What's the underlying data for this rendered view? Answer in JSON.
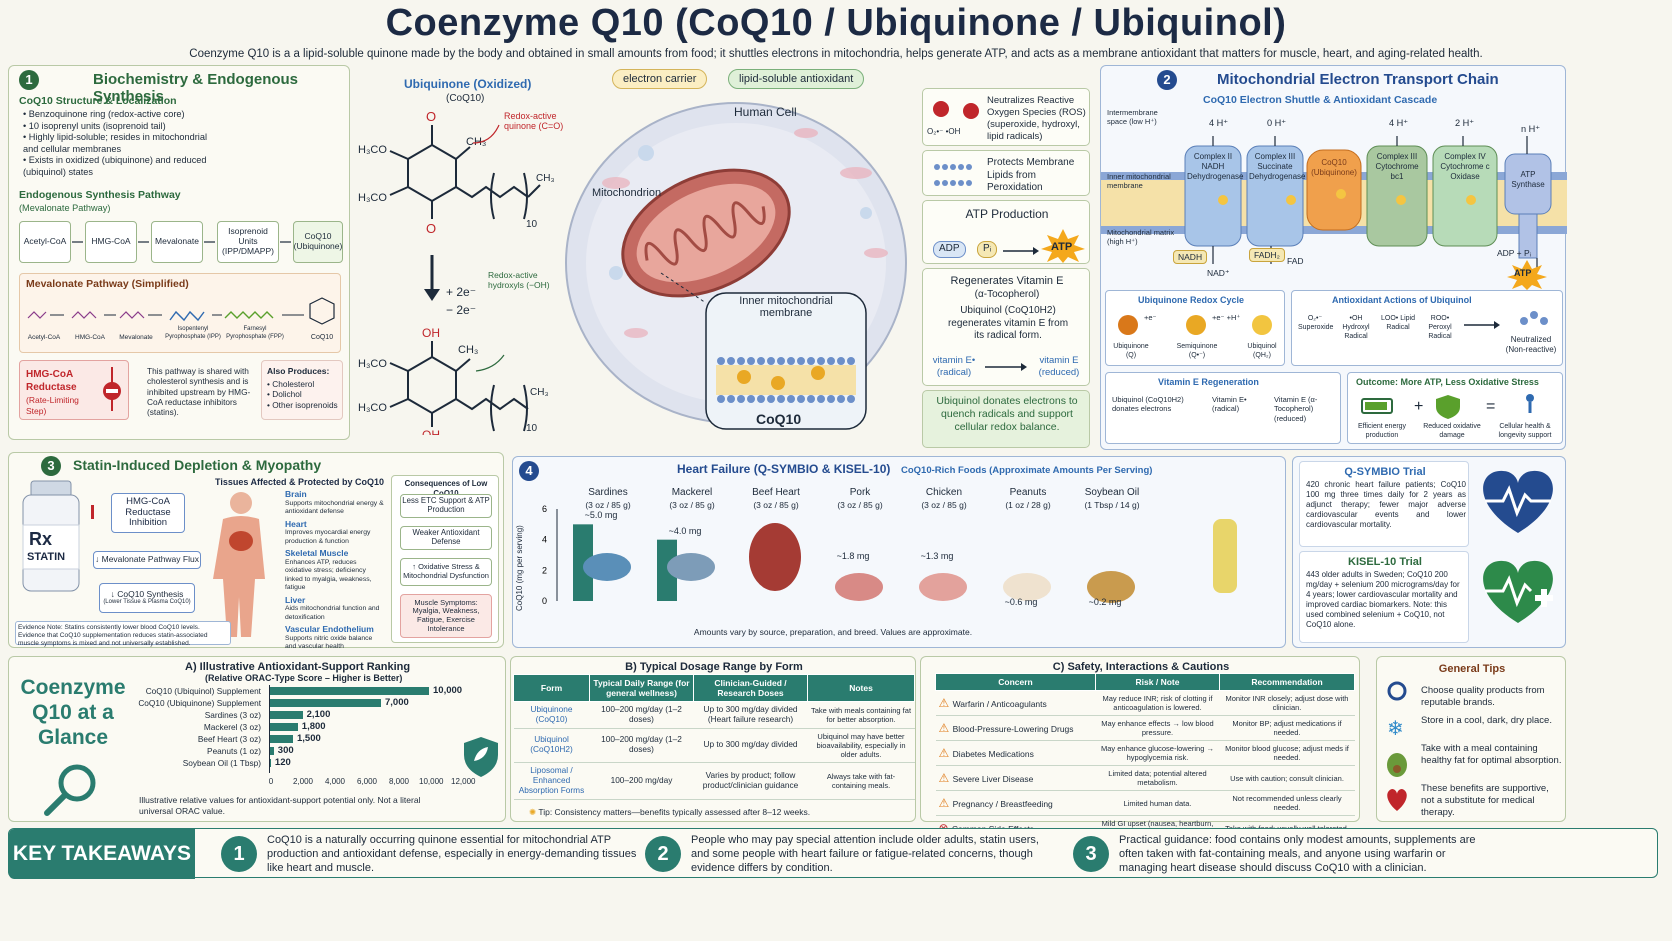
{
  "title": "Coenzyme Q10 (CoQ10 / Ubiquinone / Ubiquinol)",
  "subtitle": "Coenzyme Q10 is a a lipid-soluble quinone made by the body and obtained in small amounts from food; it shuttles electrons in mitochondria, helps generate ATP, and acts as a membrane antioxidant that matters for muscle, heart, and aging-related health.",
  "p1": {
    "num": "1",
    "title": "Biochemistry & Endogenous Synthesis",
    "struct_title": "CoQ10 Structure & Localization",
    "struct_items": [
      "Benzoquinone ring (redox-active core)",
      "10 isoprenyl units (isoprenoid tail)",
      "Highly lipid-soluble; resides in mitochondrial and cellular membranes",
      "Exists in oxidized (ubiquinone) and reduced (ubiquinol) states"
    ],
    "synth_title": "Endogenous Synthesis Pathway",
    "synth_sub": "(Mevalonate Pathway)",
    "steps": [
      "Acetyl-CoA",
      "HMG-CoA",
      "Mevalonate",
      "Isoprenoid Units (IPP/DMAPP)",
      "CoQ10 (Ubiquinone)"
    ],
    "mev_title": "Mevalonate Pathway (Simplified)",
    "mev_steps": [
      "Acetyl-CoA",
      "HMG-CoA",
      "Mevalonate",
      "Isopentenyl Pyrophosphate (IPP)",
      "Farnesyl Pyrophosphate (FPP)",
      "CoQ10"
    ],
    "hmg": "HMG-CoA Reductase",
    "hmg_sub": "(Rate-Limiting Step)",
    "shared": "This pathway is shared with cholesterol synthesis and is inhibited upstream by HMG-CoA reductase inhibitors (statins).",
    "also_title": "Also Produces:",
    "also_items": [
      "Cholesterol",
      "Dolichol",
      "Other isoprenoids"
    ]
  },
  "mol": {
    "ubiq_title": "Ubiquinone (Oxidized)",
    "ubiq_sub": "(CoQ10)",
    "redox_q": "Redox-active quinone (C=O)",
    "redox_oh": "Redox-active hydroxyls (−OH)",
    "plus": "+ 2e⁻",
    "minus": "− 2e⁻",
    "n": "10"
  },
  "cell": {
    "tag1": "electron carrier",
    "tag2": "lipid-soluble antioxidant",
    "human": "Human Cell",
    "mito": "Mitochondrion",
    "inner": "Inner mitochondrial membrane",
    "coq": "CoQ10"
  },
  "cards": {
    "ros": "Neutralizes Reactive Oxygen Species (ROS) (superoxide, hydroxyl, lipid radicals)",
    "ros_sym": "O₂•⁻  •OH",
    "lipid": "Protects Membrane Lipids from Peroxidation",
    "atp_title": "ATP Production",
    "adp": "ADP",
    "pi": "Pᵢ",
    "atp": "ATP",
    "vitE_title": "Regenerates Vitamin E",
    "vitE_sub": "(α-Tocopherol)",
    "vitE_text": "Ubiquinol (CoQ10H2) regenerates vitamin E from its radical form.",
    "vitE_rad": "vitamin E• (radical)",
    "vitE_red": "vitamin E (reduced)",
    "donate": "Ubiquinol donates electrons to quench radicals and support cellular redox balance."
  },
  "p2": {
    "num": "2",
    "title": "Mitochondrial Electron Transport Chain",
    "sub": "CoQ10 Electron Shuttle & Antioxidant Cascade",
    "inter": "Intermembrane space (low H⁺)",
    "innermem": "Inner mitochondrial membrane",
    "matrix": "Mitochondrial matrix (high H⁺)",
    "c1": "Complex II NADH Dehydrogenase",
    "c2": "Complex III Succinate Dehydrogenase",
    "cq": "CoQ10 (Ubiquinone)",
    "c3": "Complex III Cytochrome bc1",
    "c4": "Complex IV Cytochrome c Oxidase",
    "c5": "ATP Synthase",
    "h1": "4 H⁺",
    "h2": "0 H⁺",
    "h3": "4 H⁺",
    "h4": "2 H⁺",
    "h5": "n H⁺",
    "nadh": "NADH",
    "nad": "NAD⁺",
    "fadh": "FADH₂",
    "fad": "FAD",
    "adppi": "ADP + Pᵢ",
    "atp": "ATP",
    "redox_title": "Ubiquinone Redox Cycle",
    "redox_steps": [
      "Ubiquinone (Q)",
      "Semiquinone (Q•⁻)",
      "Ubiquinol (QH₂)"
    ],
    "ee1": "+e⁻",
    "ee2": "+e⁻ +H⁺",
    "anti_title": "Antioxidant Actions of Ubiquinol",
    "anti_items": [
      "O₂•⁻ Superoxide",
      "•OH Hydroxyl Radical",
      "LOO• Lipid Radical",
      "ROO• Peroxyl Radical"
    ],
    "neutral": "Neutralized (Non-reactive)",
    "vitE_title": "Vitamin E Regeneration",
    "vitE_a": "Ubiquinol (CoQ10H2) donates electrons",
    "vitE_b": "Vitamin E• (radical)",
    "vitE_c": "Vitamin E (α-Tocopherol) (reduced)",
    "out_title": "Outcome: More ATP, Less Oxidative Stress",
    "out_items": [
      "Efficient energy production",
      "Reduced oxidative damage",
      "Cellular health & longevity support"
    ]
  },
  "p3": {
    "num": "3",
    "title": "Statin-Induced Depletion & Myopathy",
    "statin": "STATIN",
    "rx": "Rx",
    "flow": [
      "HMG-CoA Reductase Inhibition",
      "↓ Mevalonate Pathway Flux",
      "↓ CoQ10 Synthesis"
    ],
    "flow_sub": "(Lower Tissue & Plasma CoQ10)",
    "tissues_title": "Tissues Affected & Protected by CoQ10",
    "tissues": [
      {
        "n": "Brain",
        "d": "Supports mitochondrial energy & antioxidant defense"
      },
      {
        "n": "Heart",
        "d": "Improves myocardial energy production & function"
      },
      {
        "n": "Skeletal Muscle",
        "d": "Enhances ATP, reduces oxidative stress; deficiency linked to myalgia, weakness, fatigue"
      },
      {
        "n": "Liver",
        "d": "Aids mitochondrial function and detoxification"
      },
      {
        "n": "Vascular Endothelium",
        "d": "Supports nitric oxide balance and vascular health"
      }
    ],
    "cons_title": "Consequences of Low CoQ10",
    "cons": [
      "Less ETC Support & ATP Production",
      "Weaker Antioxidant Defense",
      "↑ Oxidative Stress & Mitochondrial Dysfunction",
      "Muscle Symptoms: Myalgia, Weakness, Fatigue, Exercise Intolerance"
    ],
    "evidence": "Evidence Note: Statins consistently lower blood CoQ10 levels. Evidence that CoQ10 supplementation reduces statin-associated muscle symptoms is mixed and not universally established."
  },
  "p4": {
    "num": "4",
    "title": "Heart Failure (Q-SYMBIO & KISEL-10)",
    "title2": "CoQ10-Rich Foods (Approximate Amounts Per Serving)",
    "ylabel": "CoQ10 (mg per serving)",
    "note": "Amounts vary by source, preparation, and breed. Values are approximate.",
    "q_title": "Q-SYMBIO Trial",
    "q_text": "420 chronic heart failure patients; CoQ10 100 mg three times daily for 2 years as adjunct therapy; fewer major adverse cardiovascular events and lower cardiovascular mortality.",
    "k_title": "KISEL-10 Trial",
    "k_text": "443 older adults in Sweden; CoQ10 200 mg/day + selenium 200 micrograms/day for 4 years; lower cardiovascular mortality and improved cardiac biomarkers. Note: this used combined selenium + CoQ10, not CoQ10 alone."
  },
  "chart_data": {
    "type": "bar",
    "categories": [
      "Sardines",
      "Mackerel",
      "Beef Heart",
      "Pork",
      "Chicken",
      "Peanuts",
      "Soybean Oil"
    ],
    "servings": [
      "(3 oz / 85 g)",
      "(3 oz / 85 g)",
      "(3 oz / 85 g)",
      "(3 oz / 85 g)",
      "(3 oz / 85 g)",
      "(1 oz / 28 g)",
      "(1 Tbsp / 14 g)"
    ],
    "values": [
      5.0,
      4.0,
      null,
      1.8,
      1.3,
      0.6,
      0.2
    ],
    "value_labels": [
      "~5.0 mg",
      "~4.0 mg",
      "",
      "~1.8 mg",
      "~1.3 mg",
      "~0.6 mg",
      "~0.2 mg"
    ],
    "ylim": [
      0,
      6
    ],
    "yticks": [
      "0",
      "2",
      "4",
      "6"
    ],
    "ylabel": "CoQ10 (mg per serving)"
  },
  "glance": {
    "title": "Coenzyme Q10 at a Glance",
    "rank_title": "A) Illustrative Antioxidant-Support Ranking",
    "rank_sub": "(Relative ORAC-Type Score – Higher is Better)",
    "rank": [
      {
        "l": "CoQ10 (Ubiquinol) Supplement",
        "v": 10000,
        "t": "10,000"
      },
      {
        "l": "CoQ10 (Ubiquinone) Supplement",
        "v": 7000,
        "t": "7,000"
      },
      {
        "l": "Sardines (3 oz)",
        "v": 2100,
        "t": "2,100"
      },
      {
        "l": "Mackerel (3 oz)",
        "v": 1800,
        "t": "1,800"
      },
      {
        "l": "Beef Heart (3 oz)",
        "v": 1500,
        "t": "1,500"
      },
      {
        "l": "Peanuts (1 oz)",
        "v": 300,
        "t": "300"
      },
      {
        "l": "Soybean Oil (1 Tbsp)",
        "v": 120,
        "t": "120"
      }
    ],
    "xticks": [
      "0",
      "2,000",
      "4,000",
      "6,000",
      "8,000",
      "10,000",
      "12,000"
    ],
    "rank_note": "Illustrative relative values for antioxidant-support potential only. Not a literal universal ORAC value."
  },
  "dose": {
    "title": "B) Typical Dosage Range by Form",
    "cols": [
      "Form",
      "Typical Daily Range (for general wellness)",
      "Clinician-Guided / Research Doses",
      "Notes"
    ],
    "rows": [
      [
        "Ubiquinone (CoQ10)",
        "100–200 mg/day (1–2 doses)",
        "Up to 300 mg/day divided (Heart failure research)",
        "Take with meals containing fat for better absorption."
      ],
      [
        "Ubiquinol (CoQ10H2)",
        "100–200 mg/day (1–2 doses)",
        "Up to 300 mg/day divided",
        "Ubiquinol may have better bioavailability, especially in older adults."
      ],
      [
        "Liposomal / Enhanced Absorption Forms",
        "100–200 mg/day",
        "Varies by product; follow product/clinician guidance",
        "Always take with fat-containing meals."
      ]
    ],
    "tip": "Tip: Consistency matters—benefits typically assessed after 8–12 weeks."
  },
  "safety": {
    "title": "C) Safety, Interactions & Cautions",
    "cols": [
      "Concern",
      "Risk / Note",
      "Recommendation"
    ],
    "rows": [
      [
        "Warfarin / Anticoagulants",
        "May reduce INR; risk of clotting if anticoagulation is lowered.",
        "Monitor INR closely; adjust dose with clinician."
      ],
      [
        "Blood-Pressure-Lowering Drugs",
        "May enhance effects → low blood pressure.",
        "Monitor BP; adjust medications if needed."
      ],
      [
        "Diabetes Medications",
        "May enhance glucose-lowering → hypoglycemia risk.",
        "Monitor blood glucose; adjust meds if needed."
      ],
      [
        "Severe Liver Disease",
        "Limited data; potential altered metabolism.",
        "Use with caution; consult clinician."
      ],
      [
        "Pregnancy / Breastfeeding",
        "Limited human data.",
        "Not recommended unless clearly needed."
      ],
      [
        "Common Side Effects",
        "Mild GI upset (nausea, heartburn, diarrhea).",
        "Take with food; usually well tolerated."
      ]
    ]
  },
  "tips": {
    "title": "General Tips",
    "items": [
      "Choose quality products from reputable brands.",
      "Store in a cool, dark, dry place.",
      "Take with a meal containing healthy fat for optimal absorption.",
      "These benefits are supportive, not a substitute for medical therapy."
    ]
  },
  "kt": {
    "label": "KEY TAKEAWAYS",
    "items": [
      {
        "n": "1",
        "t": "CoQ10 is a naturally occurring quinone essential for mitochondrial ATP production and antioxidant defense, especially in energy-demanding tissues like heart and muscle."
      },
      {
        "n": "2",
        "t": "People who may pay special attention include older adults, statin users, and some people with heart failure or fatigue-related concerns, though evidence differs by condition."
      },
      {
        "n": "3",
        "t": "Practical guidance: food contains only modest amounts, supplements are often taken with fat-containing meals, and anyone using warfarin or managing heart disease should discuss CoQ10 with a clinician."
      }
    ]
  }
}
